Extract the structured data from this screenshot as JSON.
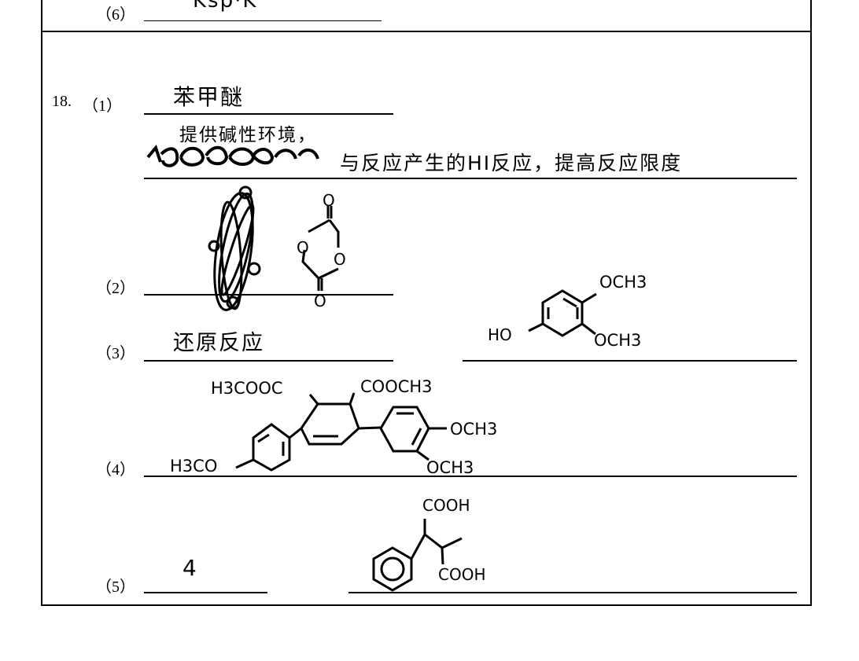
{
  "q17": {
    "part6_label": "（6）",
    "part6_answer": "Ksp·K"
  },
  "q18": {
    "number": "18.",
    "part1": {
      "label": "（1）",
      "answer": "苯甲醚",
      "reason_line1": "提供碱性环境，",
      "reason_line2": "与反应产生的HI反应，提高反应限度"
    },
    "part2": {
      "label": "（2）",
      "structure_atoms": [
        "O",
        "O",
        "O",
        "O"
      ]
    },
    "part3": {
      "label": "（3）",
      "answer": "还原反应",
      "structure_labels": [
        "HO",
        "OCH3",
        "OCH3"
      ]
    },
    "part4": {
      "label": "（4）",
      "structure_labels": [
        "H3COOC",
        "COOCH3",
        "H3CO",
        "OCH3",
        "OCH3"
      ]
    },
    "part5": {
      "label": "（5）",
      "answer": "4",
      "structure_labels": [
        "COOH",
        "COOH"
      ]
    }
  }
}
